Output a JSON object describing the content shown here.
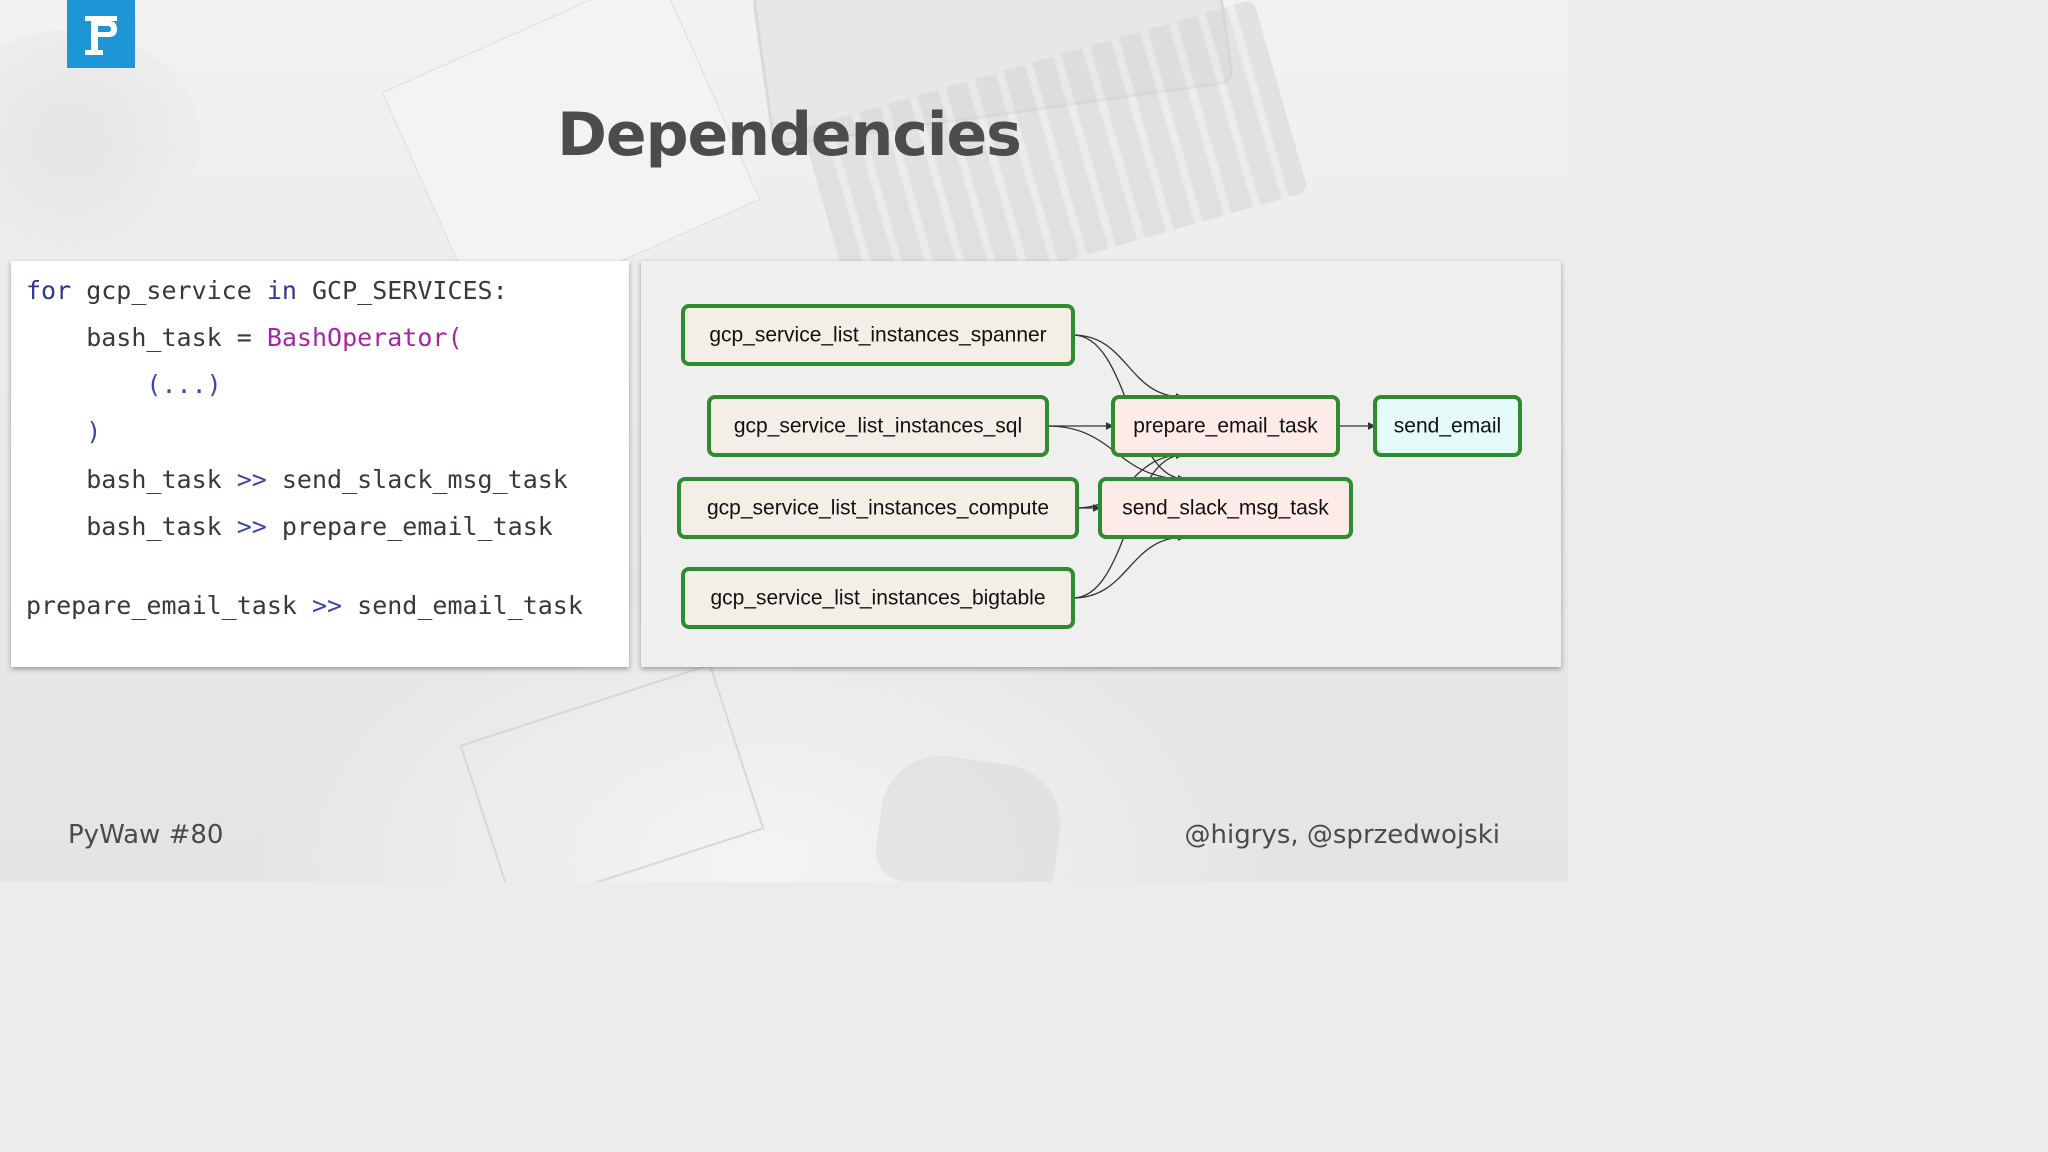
{
  "slide": {
    "title": "Dependencies",
    "footer_left": "PyWaw #80",
    "footer_right": "@higrys, @sprzedwojski",
    "logo_icon": "pywaw-logo-icon",
    "accent_color": "#1e96d6"
  },
  "code": {
    "lines": [
      [
        "for",
        " gcp_service ",
        "in",
        " GCP_SERVICES:"
      ],
      [
        "    bash_task = ",
        "BashOperator(",
        ""
      ],
      [
        "        (...)"
      ],
      [
        "    )"
      ],
      [
        "    bash_task ",
        ">>",
        " send_slack_msg_task"
      ],
      [
        "    bash_task ",
        ">>",
        " prepare_email_task"
      ],
      [
        "prepare_email_task ",
        ">>",
        " send_email_task"
      ]
    ]
  },
  "dag": {
    "node_border_color": "#2e8b2e",
    "nodes": [
      {
        "id": "spanner",
        "label": "gcp_service_list_instances_spanner",
        "fill": "#f3efe6"
      },
      {
        "id": "sql",
        "label": "gcp_service_list_instances_sql",
        "fill": "#f3efe6"
      },
      {
        "id": "compute",
        "label": "gcp_service_list_instances_compute",
        "fill": "#f3efe6"
      },
      {
        "id": "bigtable",
        "label": "gcp_service_list_instances_bigtable",
        "fill": "#f3efe6"
      },
      {
        "id": "prepare",
        "label": "prepare_email_task",
        "fill": "#fcebe6"
      },
      {
        "id": "slack",
        "label": "send_slack_msg_task",
        "fill": "#fcebe6"
      },
      {
        "id": "email",
        "label": "send_email",
        "fill": "#e4fbf9"
      }
    ],
    "edges": [
      [
        "spanner",
        "prepare"
      ],
      [
        "spanner",
        "slack"
      ],
      [
        "sql",
        "prepare"
      ],
      [
        "sql",
        "slack"
      ],
      [
        "compute",
        "prepare"
      ],
      [
        "compute",
        "slack"
      ],
      [
        "bigtable",
        "prepare"
      ],
      [
        "bigtable",
        "slack"
      ],
      [
        "prepare",
        "email"
      ]
    ]
  }
}
